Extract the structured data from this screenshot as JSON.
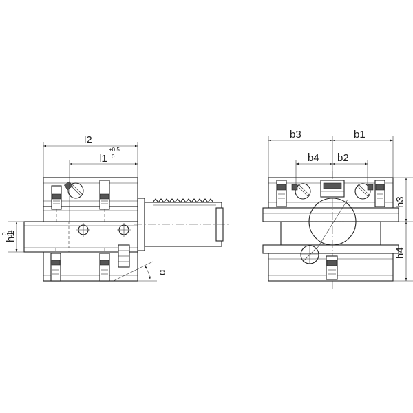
{
  "labels": {
    "l2": "l2",
    "l1": "l1",
    "l1_tol_upper": "+0.5",
    "l1_tol_lower": "0",
    "h1": "h1",
    "h1_tol_upper": "0",
    "h1_tol_lower": "-0.1",
    "alpha": "α",
    "b3": "b3",
    "b1": "b1",
    "b4": "b4",
    "b2": "b2",
    "h3": "h3",
    "h4": "h4"
  }
}
